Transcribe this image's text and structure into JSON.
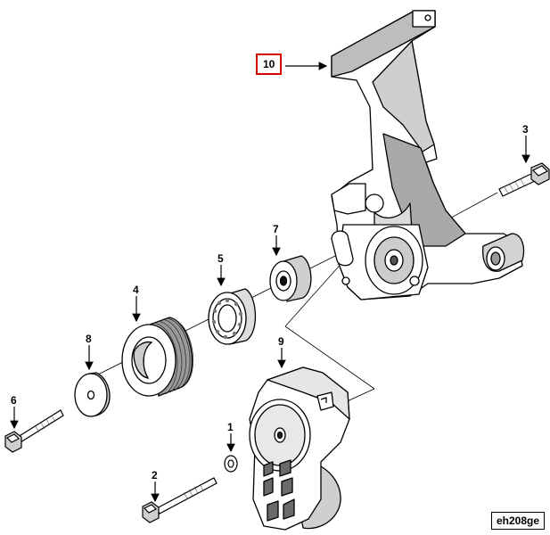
{
  "diagram": {
    "id_label": "eh208ge",
    "callouts": {
      "p1": "1",
      "p2": "2",
      "p3": "3",
      "p4": "4",
      "p5": "5",
      "p6": "6",
      "p7": "7",
      "p8": "8",
      "p9": "9",
      "p10": "10"
    },
    "highlight_color": "#d40000"
  }
}
